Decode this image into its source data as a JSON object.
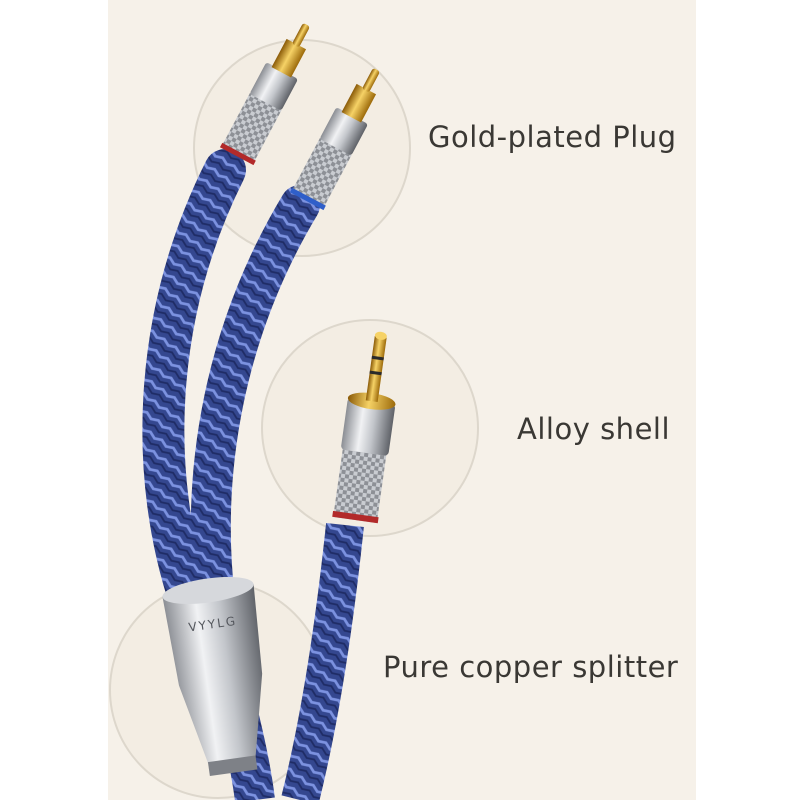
{
  "callouts": [
    {
      "label": "Gold-plated Plug"
    },
    {
      "label": "Alloy shell"
    },
    {
      "label": "Pure copper splitter"
    }
  ],
  "splitter_brand": "VYYLG",
  "colors": {
    "background": "#f6f1e9",
    "cable_blue": "#3b4f9a",
    "cable_highlight": "#6f86d6",
    "gold": "#d8a31c",
    "silver": "#d6d8dc",
    "ring_red": "#b22a2a",
    "ring_blue": "#2f5fc9",
    "caption_text": "#3a3834"
  },
  "icons": [
    "rca-plug-icon",
    "aux-jack-icon",
    "splitter-icon"
  ]
}
